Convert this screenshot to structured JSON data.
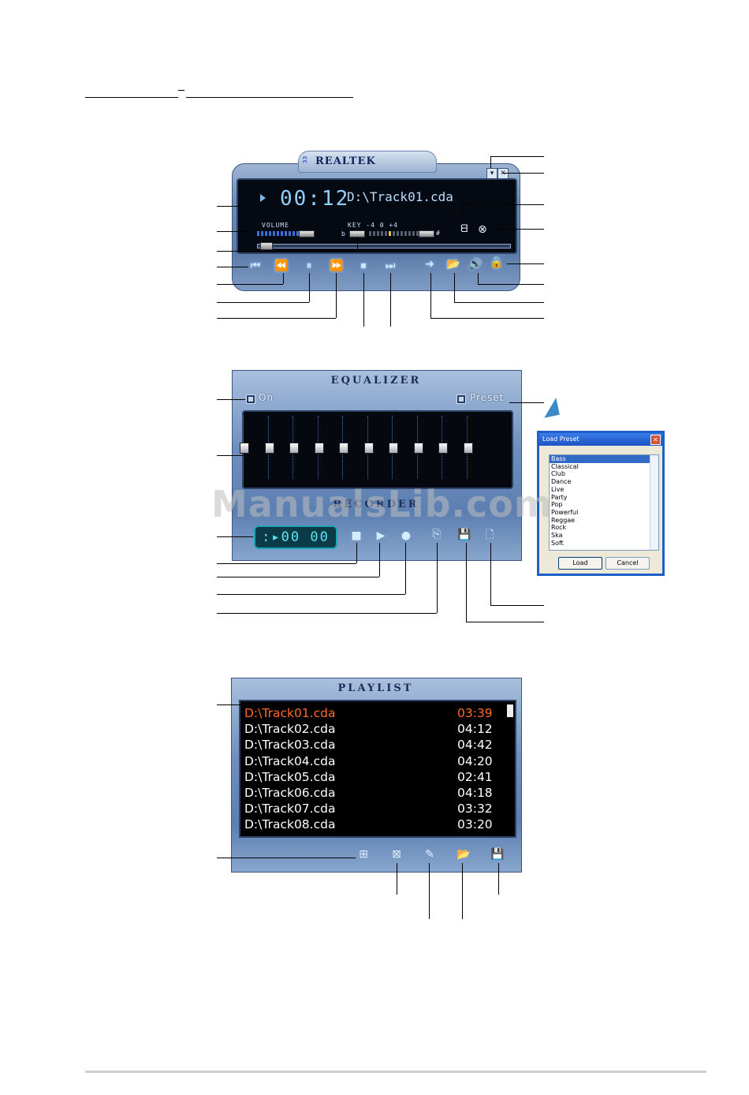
{
  "player": {
    "brand": "REALTEK",
    "time": "00:12",
    "track": "D:\\Track01.cda",
    "volume_label": "VOLUME",
    "key_label": "KEY -4 0 +4",
    "key_flat": "b",
    "key_sharp": "#",
    "buttons": {
      "prev": "⏮",
      "rewind": "⏪",
      "pause": "⏸",
      "forward": "⏩",
      "stop": "⏹",
      "next": "⏭",
      "repeat": "➜",
      "open": "📂",
      "mute": "🔊",
      "lock": "🔒",
      "minimize": "▾",
      "close": "✕"
    }
  },
  "equalizer": {
    "title": "EQUALIZER",
    "on_label": "On",
    "preset_label": "Preset",
    "band_count": 10
  },
  "recorder": {
    "title": "RECORDER",
    "time": ":▸00 00"
  },
  "load_preset": {
    "title": "Load Preset",
    "presets": [
      "Bass",
      "Classical",
      "Club",
      "Dance",
      "Live",
      "Party",
      "Pop",
      "Powerful",
      "Reggae",
      "Rock",
      "Ska",
      "Soft"
    ],
    "selected": "Bass",
    "load_label": "Load",
    "cancel_label": "Cancel"
  },
  "playlist": {
    "title": "PLAYLIST",
    "tracks": [
      {
        "name": "D:\\Track01.cda",
        "duration": "03:39"
      },
      {
        "name": "D:\\Track02.cda",
        "duration": "04:12"
      },
      {
        "name": "D:\\Track03.cda",
        "duration": "04:42"
      },
      {
        "name": "D:\\Track04.cda",
        "duration": "04:20"
      },
      {
        "name": "D:\\Track05.cda",
        "duration": "02:41"
      },
      {
        "name": "D:\\Track06.cda",
        "duration": "04:18"
      },
      {
        "name": "D:\\Track07.cda",
        "duration": "03:32"
      },
      {
        "name": "D:\\Track08.cda",
        "duration": "03:20"
      }
    ],
    "active_index": 0
  },
  "watermark": "ManualsLib.com",
  "colors": {
    "active_track": "#ff6a2a",
    "track_text": "#ffffff",
    "lcd_text": "#8fd0ff",
    "recorder_lcd": "#5be6f3",
    "window_blue": "#6e8cb8"
  }
}
